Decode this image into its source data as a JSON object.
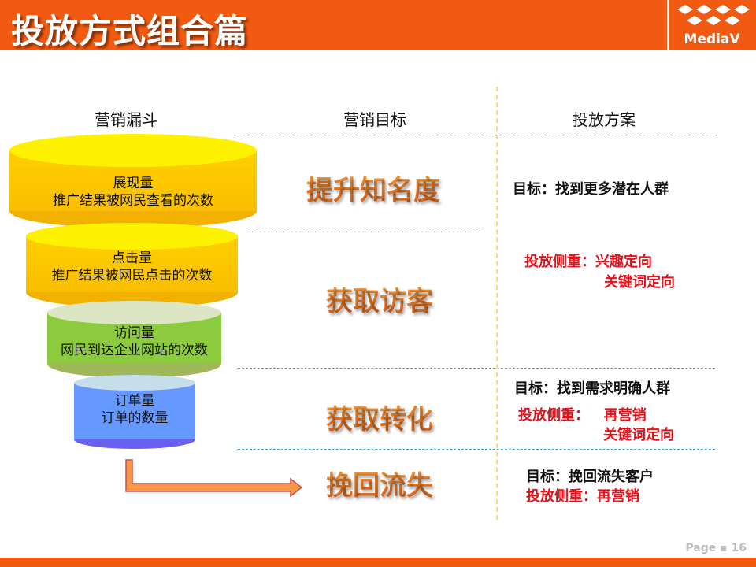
{
  "header": {
    "title": "投放方式组合篇",
    "logo_text": "MediaV"
  },
  "columns": {
    "funnel": "营销漏斗",
    "goal": "营销目标",
    "plan": "投放方案"
  },
  "funnel": [
    {
      "title": "展现量",
      "desc": "推广结果被网民查看的次数"
    },
    {
      "title": "点击量",
      "desc": "推广结果被网民点击的次数"
    },
    {
      "title": "访问量",
      "desc": "网民到达企业网站的次数"
    },
    {
      "title": "订单量",
      "desc": "订单的数量"
    }
  ],
  "goals": [
    "提升知名度",
    "获取访客",
    "获取转化",
    "挽回流失"
  ],
  "plans": {
    "p1": "目标：找到更多潜在人群",
    "p2a": "投放侧重：兴趣定向",
    "p2b": "关键词定向",
    "p3a": "目标：找到需求明确人群",
    "p3b": "投放侧重：   再营销",
    "p3c": "关键词定向",
    "p4a": "目标：挽回流失客户",
    "p4b": "投放侧重：再营销"
  },
  "footer": {
    "page": "Page ▪ 16"
  },
  "colors": {
    "brand": "#F25A12",
    "red": "#E8101A"
  }
}
